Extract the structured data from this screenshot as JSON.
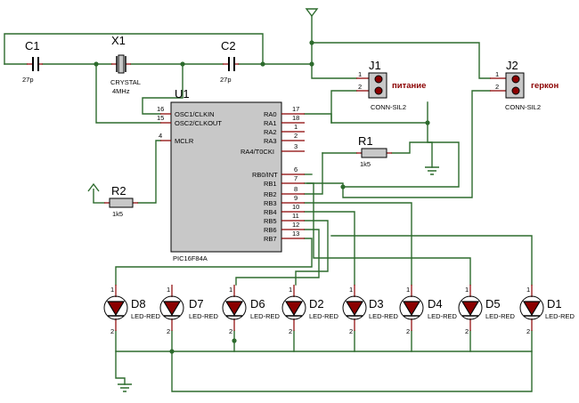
{
  "crystal": {
    "ref": "X1",
    "value_type": "CRYSTAL",
    "value_freq": "4MHz"
  },
  "caps": [
    {
      "ref": "C1",
      "value": "27p"
    },
    {
      "ref": "C2",
      "value": "27p"
    }
  ],
  "resistors": [
    {
      "ref": "R1",
      "value": "1k5"
    },
    {
      "ref": "R2",
      "value": "1k5"
    }
  ],
  "mcu": {
    "ref": "U1",
    "part": "PIC16F84A",
    "left_pins": [
      {
        "num": "16",
        "name": "OSC1/CLKIN"
      },
      {
        "num": "15",
        "name": "OSC2/CLKOUT"
      },
      {
        "num": "4",
        "name": "MCLR"
      }
    ],
    "right_pins": [
      {
        "num": "17",
        "name": "RA0"
      },
      {
        "num": "18",
        "name": "RA1"
      },
      {
        "num": "1",
        "name": "RA2"
      },
      {
        "num": "2",
        "name": "RA3"
      },
      {
        "num": "3",
        "name": "RA4/T0CKI"
      },
      {
        "num": "6",
        "name": "RB0/INT"
      },
      {
        "num": "7",
        "name": "RB1"
      },
      {
        "num": "8",
        "name": "RB2"
      },
      {
        "num": "9",
        "name": "RB3"
      },
      {
        "num": "10",
        "name": "RB4"
      },
      {
        "num": "11",
        "name": "RB5"
      },
      {
        "num": "12",
        "name": "RB6"
      },
      {
        "num": "13",
        "name": "RB7"
      }
    ]
  },
  "connectors": [
    {
      "ref": "J1",
      "part": "CONN-SIL2",
      "label": "питание",
      "pin1": "1",
      "pin2": "2"
    },
    {
      "ref": "J2",
      "part": "CONN-SIL2",
      "label": "геркон",
      "pin1": "1",
      "pin2": "2"
    }
  ],
  "leds": [
    {
      "ref": "D8",
      "part": "LED-RED",
      "pin1": "1",
      "pin2": "2"
    },
    {
      "ref": "D7",
      "part": "LED-RED",
      "pin1": "1",
      "pin2": "2"
    },
    {
      "ref": "D6",
      "part": "LED-RED",
      "pin1": "1",
      "pin2": "2"
    },
    {
      "ref": "D2",
      "part": "LED-RED",
      "pin1": "1",
      "pin2": "2"
    },
    {
      "ref": "D3",
      "part": "LED-RED",
      "pin1": "1",
      "pin2": "2"
    },
    {
      "ref": "D4",
      "part": "LED-RED",
      "pin1": "1",
      "pin2": "2"
    },
    {
      "ref": "D5",
      "part": "LED-RED",
      "pin1": "1",
      "pin2": "2"
    },
    {
      "ref": "D1",
      "part": "LED-RED",
      "pin1": "1",
      "pin2": "2"
    }
  ],
  "colors": {
    "wire": "#2d6b2d",
    "pin": "#8b0000",
    "body": "#c8c8c8",
    "label": "#8b0000"
  }
}
